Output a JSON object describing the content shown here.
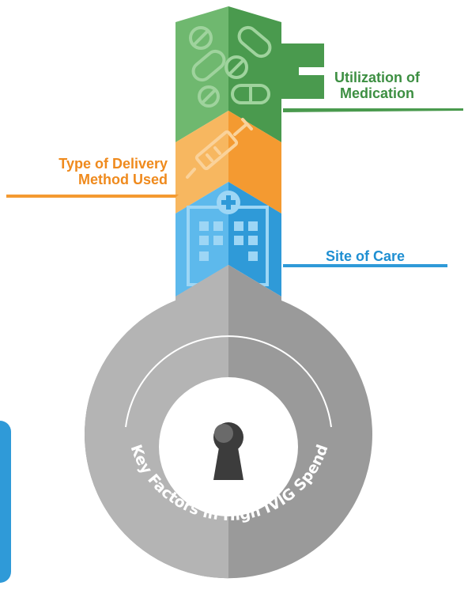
{
  "diagram": {
    "segments": [
      {
        "id": "medication",
        "label_lines": [
          "Utilization of",
          "Medication"
        ],
        "color": "#4a9a4e",
        "color_light": "#6fb86f"
      },
      {
        "id": "delivery",
        "label_lines": [
          "Type of Delivery",
          "Method Used"
        ],
        "color": "#f49a31",
        "color_light": "#f7b760"
      },
      {
        "id": "site",
        "label_lines": [
          "Site of Care"
        ],
        "color": "#2f9ad8",
        "color_light": "#5db9ec"
      }
    ],
    "ring_text": "Key Factors in High IVIG Spend",
    "key_color": "#9a9a9a",
    "key_color_light": "#b4b4b4",
    "side_tab_color": "#2f9ad8",
    "icons": [
      "pills-icon",
      "syringe-icon",
      "hospital-icon",
      "keyhole-icon"
    ]
  }
}
